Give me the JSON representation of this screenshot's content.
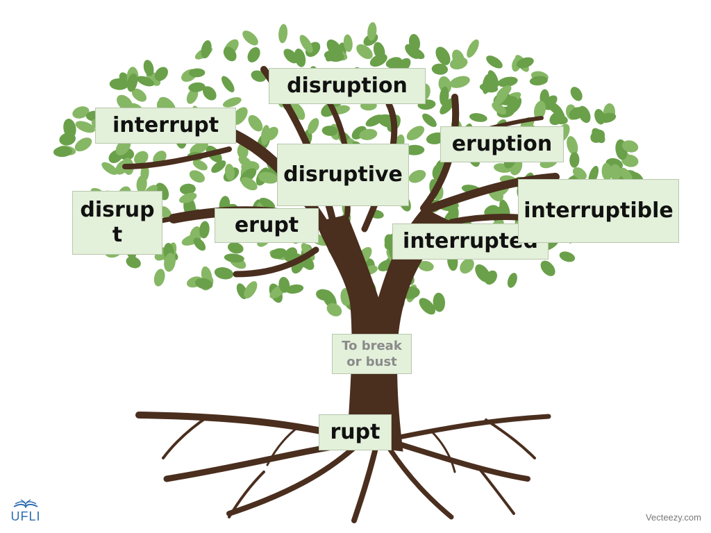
{
  "root": {
    "word": "rupt",
    "meaning": "To break or bust"
  },
  "words": {
    "disruption": "disruption",
    "interrupt": "interrupt",
    "eruption": "eruption",
    "disruptive": "disruptive",
    "disrupt": "disrupt",
    "erupt": "erupt",
    "interrupted": "interrupted",
    "interruptible": "interruptible"
  },
  "logo": {
    "text": "UFLI",
    "icon": "open-book-icon"
  },
  "credit": "Vecteezy.com",
  "colors": {
    "trunk": "#4a2e1e",
    "leaf": "#6aa04a",
    "leaf_light": "#86b765",
    "label_bg": "#e3f0da"
  }
}
